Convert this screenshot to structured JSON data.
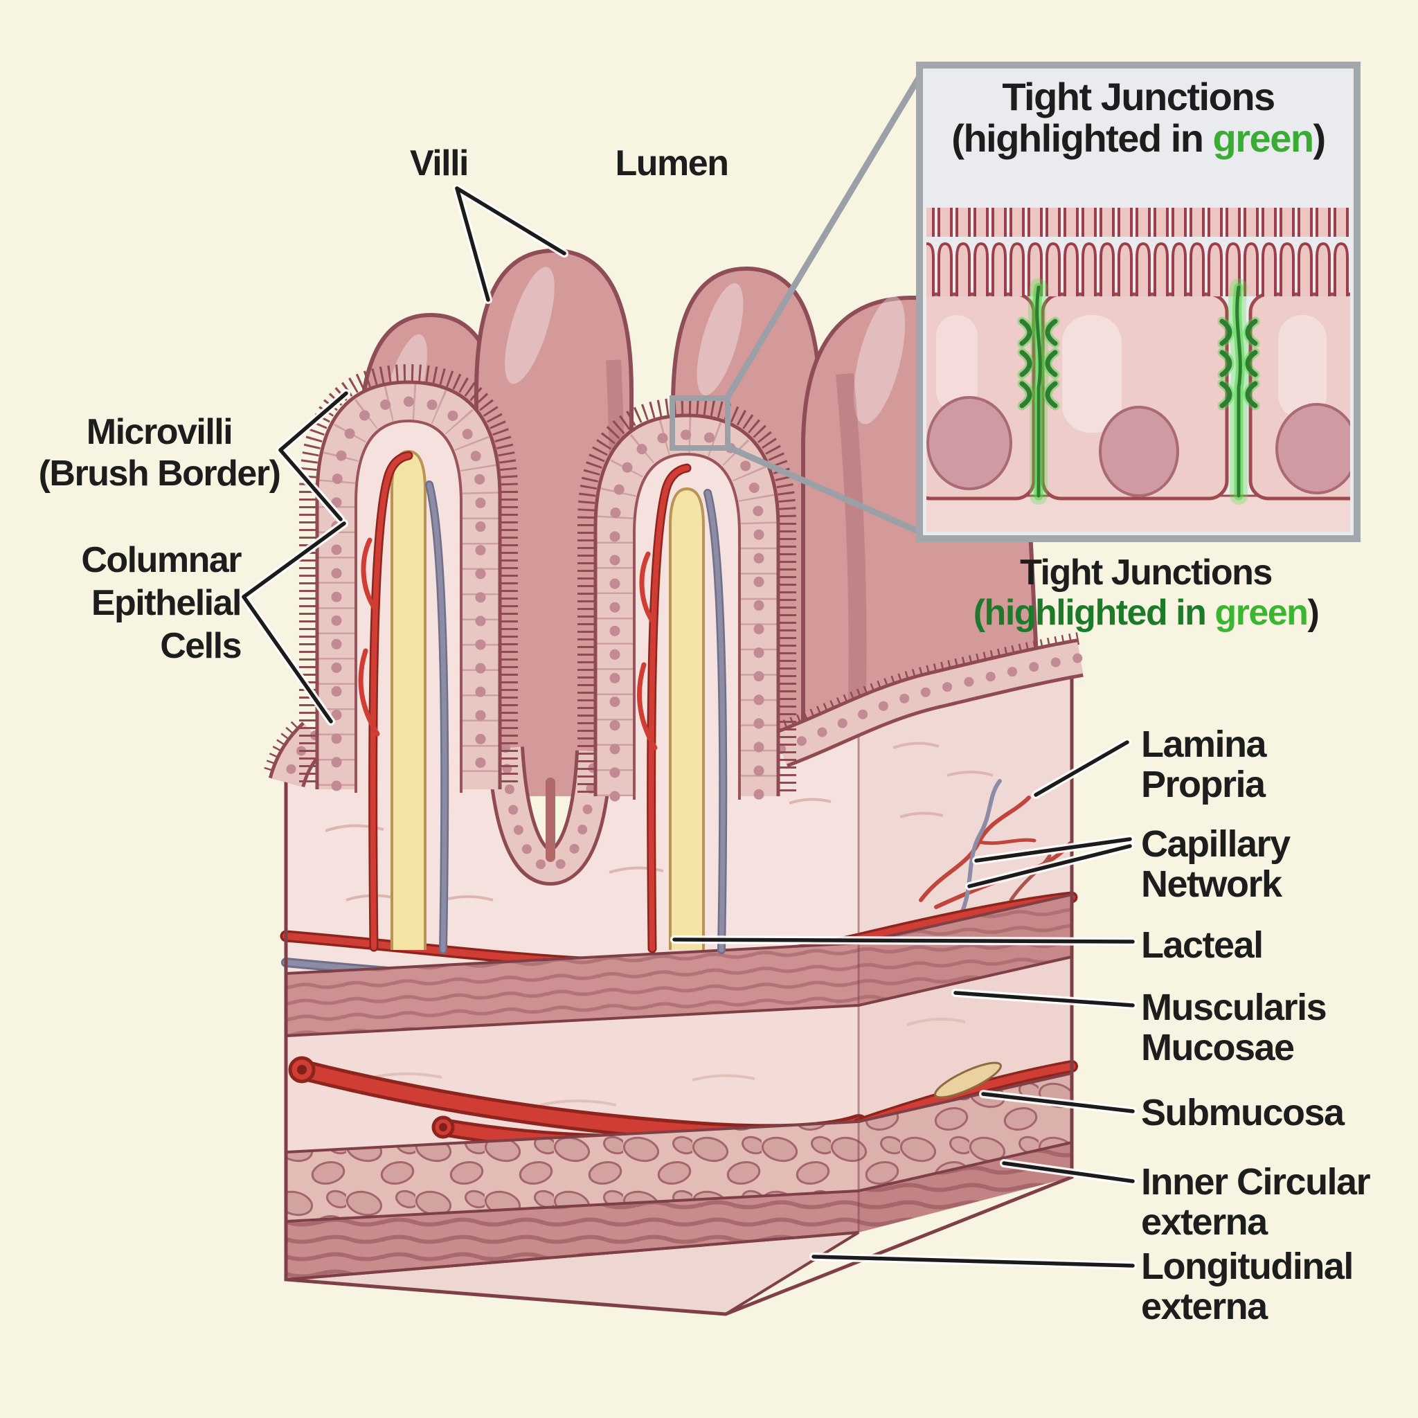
{
  "figure": {
    "type": "anatomical-diagram",
    "subject": "Intestinal villi cross-section with tight-junction inset"
  },
  "left_labels": {
    "villi": "Villi",
    "lumen": "Lumen",
    "microvilli": {
      "lines": [
        "Microvilli",
        "(Brush Border)"
      ]
    },
    "columnar": {
      "lines": [
        "Columnar",
        "Epithelial",
        "Cells"
      ]
    }
  },
  "right_labels": [
    {
      "id": "lamina-propria",
      "lines": [
        "Lamina",
        "Propria"
      ]
    },
    {
      "id": "capillary-network",
      "lines": [
        "Capillary",
        "Network"
      ]
    },
    {
      "id": "lacteal",
      "lines": [
        "Lacteal"
      ]
    },
    {
      "id": "muscularis-mucosae",
      "lines": [
        "Muscularis",
        "Mucosae"
      ]
    },
    {
      "id": "submucosa",
      "lines": [
        "Submucosa"
      ]
    },
    {
      "id": "inner-circular",
      "lines": [
        "Inner Circular",
        "externa"
      ]
    },
    {
      "id": "longitudinal",
      "lines": [
        "Longitudinal",
        "externa"
      ]
    }
  ],
  "inset": {
    "title": {
      "line1": "Tight Junctions",
      "line2_prefix": "(highlighted in ",
      "line2_highlight": "green",
      "line2_suffix": ")"
    },
    "caption": {
      "line1": "Tight Junctions",
      "line2_prefix": "(highlighted in ",
      "line2_highlight": "green",
      "line2_suffix": ")"
    }
  },
  "colors": {
    "background": "#f8f4e2",
    "label_text": "#1d1d1d",
    "leader_line": "#1b1b1b",
    "inset_border": "#a2a7ac",
    "inset_background": "#e9ebee",
    "tight_junction_green": "#35c52f",
    "tight_junction_dark_green": "#2f7d32",
    "caption_dark_green": "#1d7a2a",
    "caption_bright_green": "#3cb531",
    "title_green": "#3aab35",
    "zoom_connector_gray": "#9aa0a6"
  }
}
